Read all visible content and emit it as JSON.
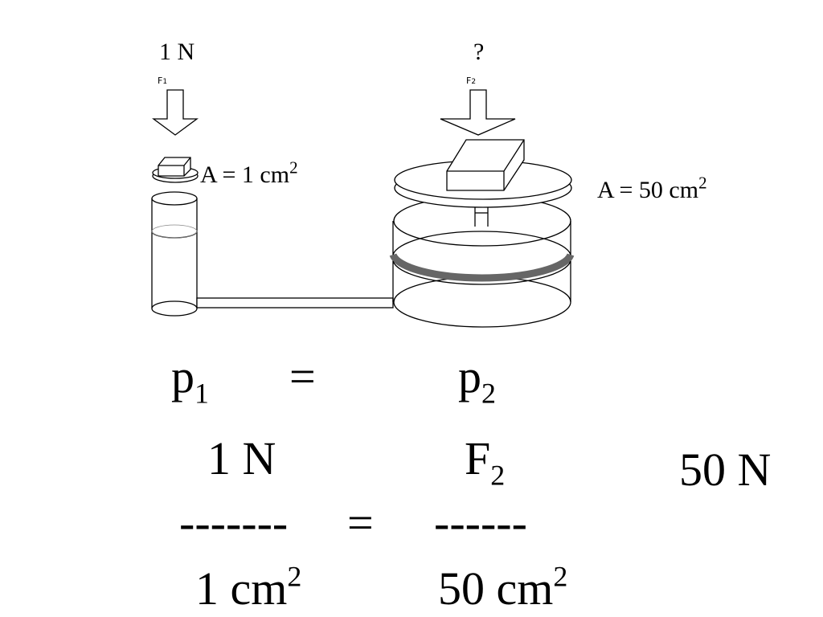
{
  "force_labels": {
    "f1_value": "1 N",
    "f2_value": "?"
  },
  "arrow_labels": {
    "f1": "F",
    "f1_sub": "1",
    "f2": "F",
    "f2_sub": "2"
  },
  "area_labels": {
    "small_prefix": "A = 1 cm",
    "small_sup": "2",
    "large_prefix": "A = 50 cm",
    "large_sup": "2"
  },
  "equation": {
    "p1": "p",
    "p1_sub": "1",
    "equals_top": "=",
    "p2": "p",
    "p2_sub": "2",
    "num_left": "1 N",
    "num_right": "F",
    "num_right_sub": "2",
    "dash_left": "-------",
    "equals_mid": "=",
    "dash_right": "------",
    "den_left": "1 cm",
    "den_left_sup": "2",
    "den_right": "50 cm",
    "den_right_sup": "2"
  },
  "answer": "50 N",
  "colors": {
    "line": "#000000",
    "piston_band": "#666666"
  }
}
